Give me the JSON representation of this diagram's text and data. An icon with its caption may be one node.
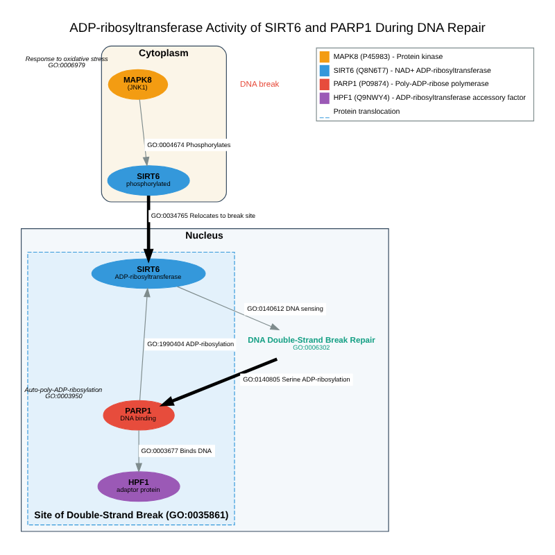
{
  "diagram": {
    "title": "ADP-ribosyltransferase Activity of SIRT6 and PARP1 During DNA Repair",
    "nodes": [
      {
        "text": [
          "Nucleus"
        ]
      },
      {
        "text": [
          "Site of Double-Strand Break (GO:0035861)"
        ],
        "in": 0
      },
      {
        "text": [
          "SIRT6",
          "ADP-ribosyltransferase"
        ],
        "in": 1
      },
      {
        "text": [
          "HPF1",
          "adaptor protein"
        ],
        "in": 1
      },
      {
        "text": [
          "PARP1",
          "DNA binding"
        ],
        "in": 1,
        "beside": [
          "Auto-poly-ADP-ribosylation",
          "GO:0003950"
        ]
      },
      {
        "text": [
          "DNA Double-Strand Break Repair",
          "GO:0006302"
        ],
        "in": 0
      },
      {
        "text": [
          "Cytoplasm"
        ]
      },
      {
        "text": [
          "MAPK8",
          "(JNK1)"
        ],
        "in": 6,
        "beside": [
          "Response to oxidative stress",
          "GO:0006979"
        ]
      },
      {
        "text": [
          "SIRT6",
          "phosphorylated"
        ],
        "in": 6
      }
    ],
    "edges": [
      {
        "from": 7,
        "to": 8,
        "arrow": "to",
        "label": "GO:0004674 Phosphorylates"
      },
      {
        "from": 8,
        "to": 2,
        "arrow": "to",
        "label": "GO:0034765 Relocates to break site",
        "style": "thick",
        "color": "#000000"
      },
      {
        "from": 2,
        "to": 5,
        "arrow": "to",
        "label": "GO:0140612 DNA sensing"
      },
      {
        "from": 4,
        "to": 2,
        "arrow": "to",
        "label": "GO:1990404 ADP-ribosylation"
      },
      {
        "from": 4,
        "to": 3,
        "arrow": "to",
        "label": "GO:0003677 Binds DNA"
      },
      {
        "from": 5,
        "to": 4,
        "arrow": "to",
        "label": "GO:0140805 Serine ADP-ribosylation",
        "style": "thick",
        "color": "#000000"
      }
    ],
    "labels": [
      "DNA break"
    ],
    "legend": [
      {
        "text": "MAPK8 (P45983) - Protein kinase",
        "color": "#f39c12"
      },
      {
        "text": "SIRT6 (Q8N6T7) - NAD+ ADP-ribosyltransferase",
        "color": "#3498db"
      },
      {
        "text": "PARP1 (P09874) - Poly-ADP-ribose polymerase",
        "color": "#e74c3c"
      },
      {
        "text": "HPF1 (Q9NWY4) - ADP-ribosyltransferase accessory factor",
        "color": "#9b59b6"
      },
      {
        "text": "Protein translocation"
      }
    ]
  }
}
